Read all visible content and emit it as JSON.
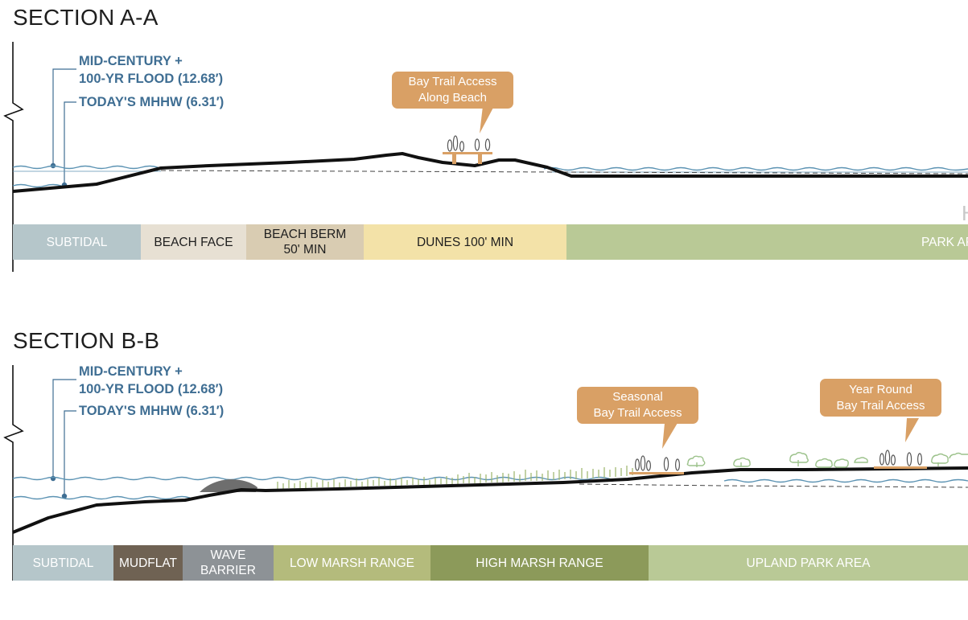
{
  "sections": {
    "a": {
      "title": "SECTION A-A",
      "labels": {
        "flood_line1": "MID-CENTURY +",
        "flood_line2": "100-YR FLOOD (12.68′)",
        "mhhw": "TODAY'S MHHW (6.31′)"
      },
      "callouts": [
        {
          "line1": "Bay Trail Access",
          "line2": "Along Beach"
        }
      ],
      "zones": [
        {
          "line1": "SUBTIDAL",
          "line2": "",
          "color": "#b5c6ca",
          "text_color": "#ffffff"
        },
        {
          "line1": "BEACH FACE",
          "line2": "",
          "color": "#e7e0d3",
          "text_color": "#1e1e1e"
        },
        {
          "line1": "BEACH BERM",
          "line2": "50' MIN",
          "color": "#d9ccb2",
          "text_color": "#1e1e1e"
        },
        {
          "line1": "DUNES 100' MIN",
          "line2": "",
          "color": "#f3e2a8",
          "text_color": "#1e1e1e"
        },
        {
          "line1": "PARK AR",
          "line2": "",
          "color": "#b9c996",
          "text_color": "#ffffff"
        }
      ],
      "edge_letter": "H"
    },
    "b": {
      "title": "SECTION B-B",
      "labels": {
        "flood_line1": "MID-CENTURY +",
        "flood_line2": "100-YR FLOOD (12.68′)",
        "mhhw": "TODAY'S MHHW (6.31′)"
      },
      "callouts": [
        {
          "line1": "Seasonal",
          "line2": "Bay Trail Access"
        },
        {
          "line1": "Year Round",
          "line2": "Bay Trail Access"
        }
      ],
      "zones": [
        {
          "line1": "SUBTIDAL",
          "line2": "",
          "color": "#b5c6ca",
          "text_color": "#ffffff"
        },
        {
          "line1": "MUDFLAT",
          "line2": "",
          "color": "#6f6253",
          "text_color": "#ffffff"
        },
        {
          "line1": "WAVE",
          "line2": "BARRIER",
          "color": "#8d9296",
          "text_color": "#ffffff"
        },
        {
          "line1": "LOW MARSH RANGE",
          "line2": "",
          "color": "#b4bb7c",
          "text_color": "#ffffff"
        },
        {
          "line1": "HIGH MARSH RANGE",
          "line2": "",
          "color": "#8c9a5a",
          "text_color": "#ffffff"
        },
        {
          "line1": "UPLAND PARK AREA",
          "line2": "",
          "color": "#b9c996",
          "text_color": "#ffffff"
        }
      ]
    }
  },
  "colors": {
    "water_line": "#5c93b3",
    "ground": "#111111",
    "callout": "#d9a065",
    "label_blue": "#3f6e93",
    "grass": "#9bb36a",
    "tree": "#9cc28b"
  }
}
